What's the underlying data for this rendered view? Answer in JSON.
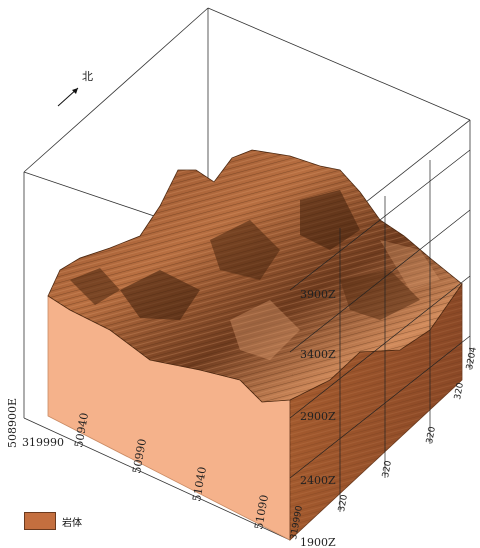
{
  "north_label": "北",
  "legend": {
    "label": "岩体",
    "color": "#c46f3f"
  },
  "z_labels": [
    "3900Z",
    "3400Z",
    "2900Z",
    "2400Z",
    "1900Z"
  ],
  "bottom_labels": [
    "50940",
    "50990",
    "51040",
    "51090"
  ],
  "left_labels": [
    "508900E",
    "319990"
  ],
  "right_labels": [
    "320",
    "320",
    "320",
    "320",
    "319990",
    "3204"
  ],
  "colors": {
    "side_face": "#f5b28b",
    "top_dark": "#6b3a1e",
    "top_mid": "#a6653c",
    "top_light": "#d99467"
  }
}
